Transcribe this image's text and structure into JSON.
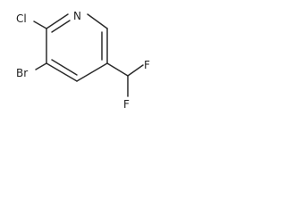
{
  "molecule": {
    "atoms": {
      "chlorine": "Cl",
      "nitrogen": "N",
      "bromine": "Br",
      "fluorine_top": "F",
      "fluorine_bottom": "F"
    }
  }
}
